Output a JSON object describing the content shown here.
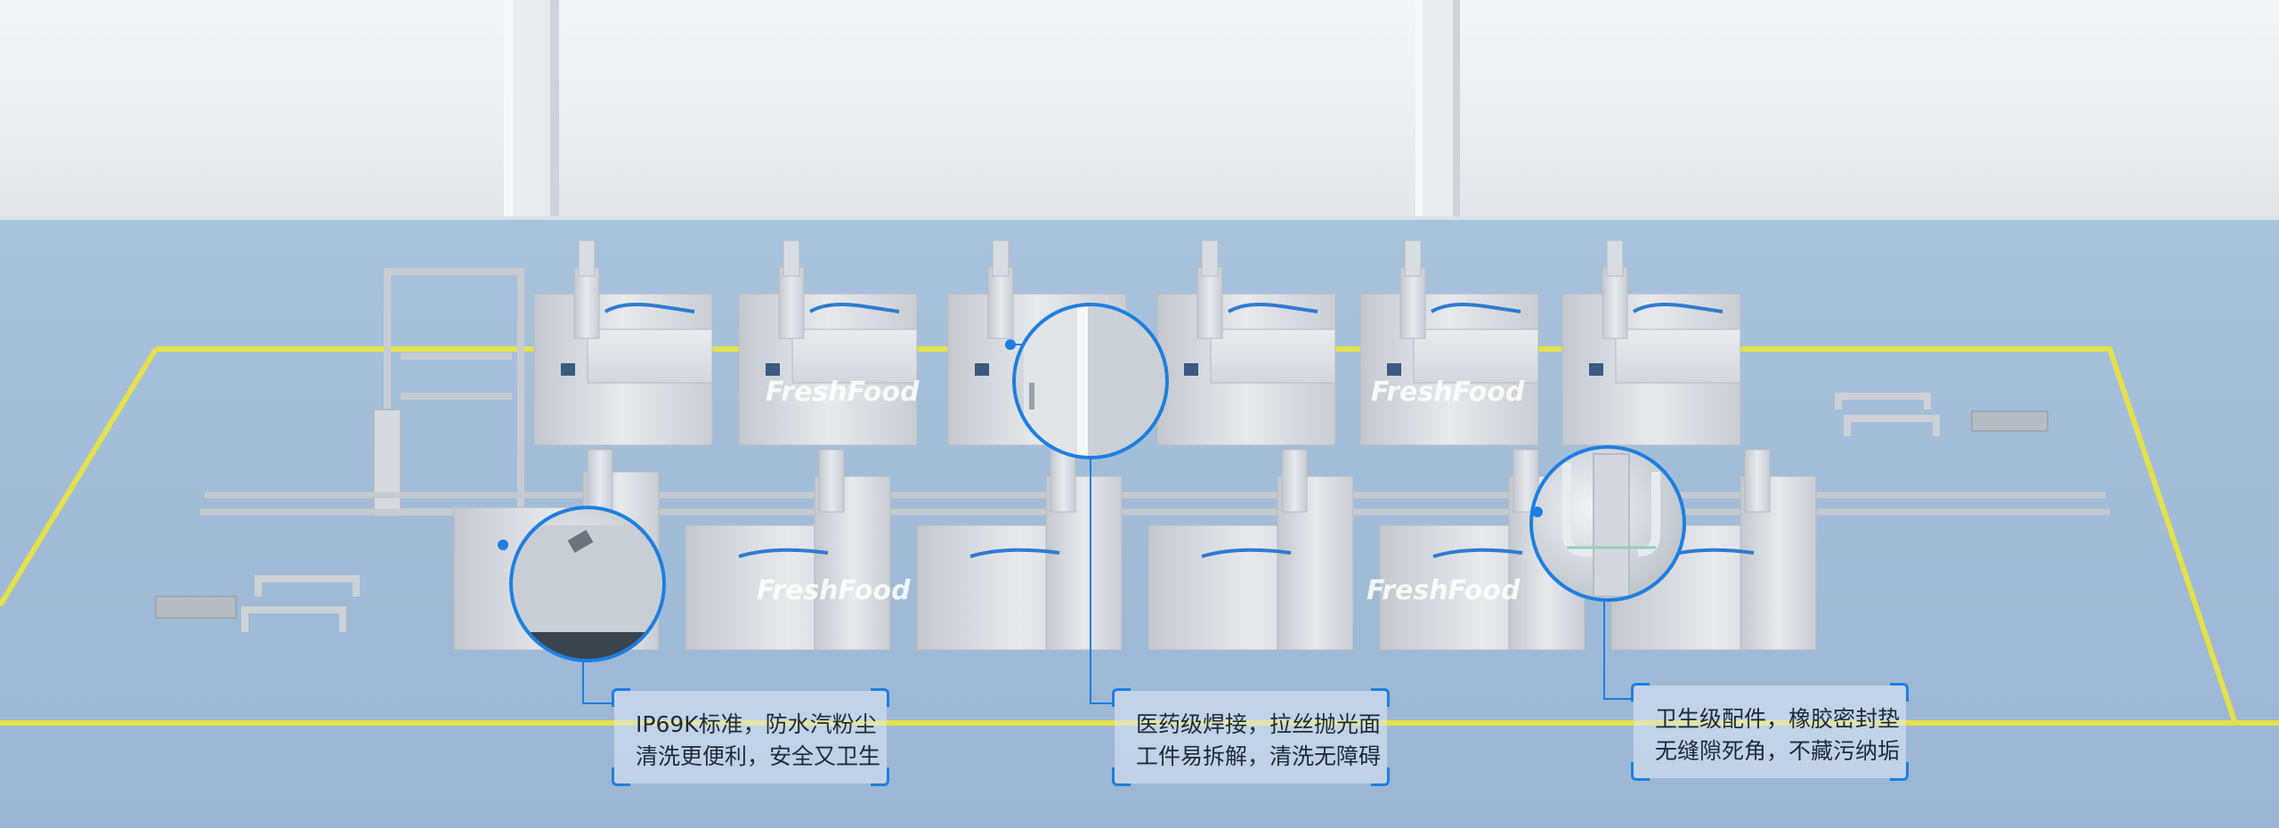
{
  "brand": {
    "watermark": "FreshFood"
  },
  "callouts": [
    {
      "line1": "IP69K标准，防水汽粉尘",
      "line2": "清洗更便利，安全又卫生"
    },
    {
      "line1": "医药级焊接，拉丝抛光面",
      "line2": "工件易拆解，清洗无障碍"
    },
    {
      "line1": "卫生级配件，橡胶密封垫",
      "line2": "无缝隙死角，不藏污纳垢"
    }
  ],
  "colors": {
    "floor": "#9fbad6",
    "wall": "#eef0f2",
    "safety_line": "#e4e14a",
    "accent_blue": "#1d7fe0",
    "steel": "#cfd3d8"
  },
  "icons": [
    "magnifier-callout-icon"
  ]
}
